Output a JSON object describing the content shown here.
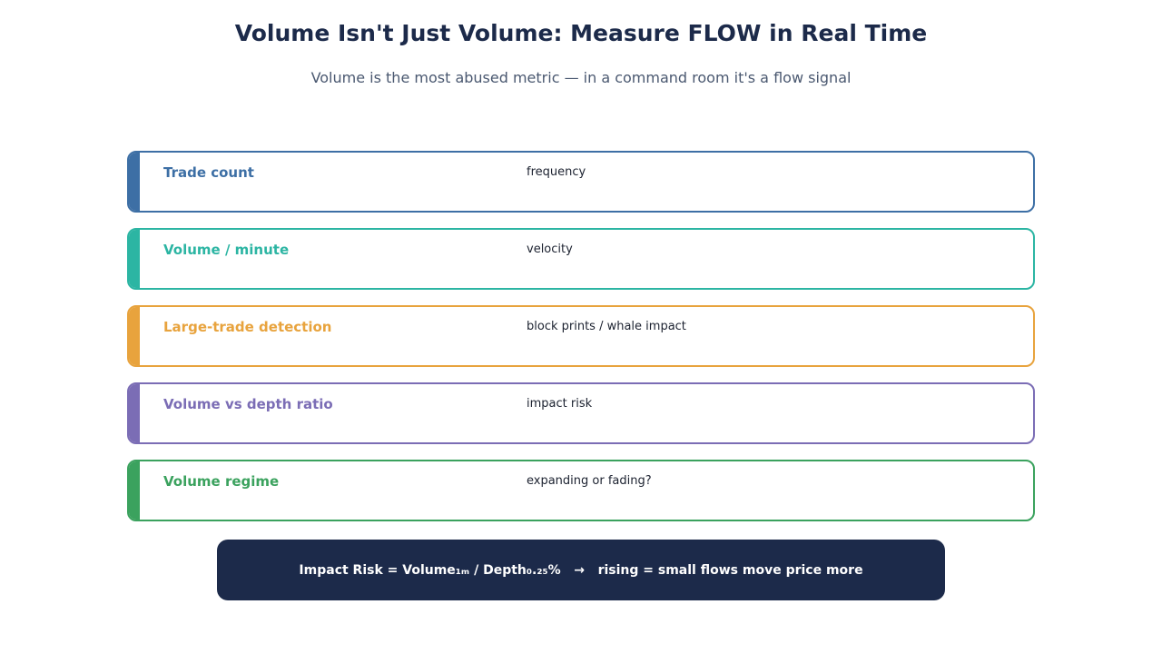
{
  "header": {
    "title": "Volume Isn't Just Volume: Measure FLOW in Real Time",
    "subtitle": "Volume is the most abused metric — in a command room it's a flow signal"
  },
  "rows": [
    {
      "label": "Trade count",
      "desc": "frequency",
      "color": "#3d6fa5"
    },
    {
      "label": "Volume / minute",
      "desc": "velocity",
      "color": "#2cb5a3"
    },
    {
      "label": "Large-trade detection",
      "desc": "block prints / whale impact",
      "color": "#e8a33d"
    },
    {
      "label": "Volume vs depth ratio",
      "desc": "impact risk",
      "color": "#7b6db5"
    },
    {
      "label": "Volume regime",
      "desc": "expanding or fading?",
      "color": "#3ba25e"
    }
  ],
  "formula": {
    "text": "Impact Risk = Volume₁ₘ / Depth₀.₂₅%   →   rising = small flows move price more"
  }
}
